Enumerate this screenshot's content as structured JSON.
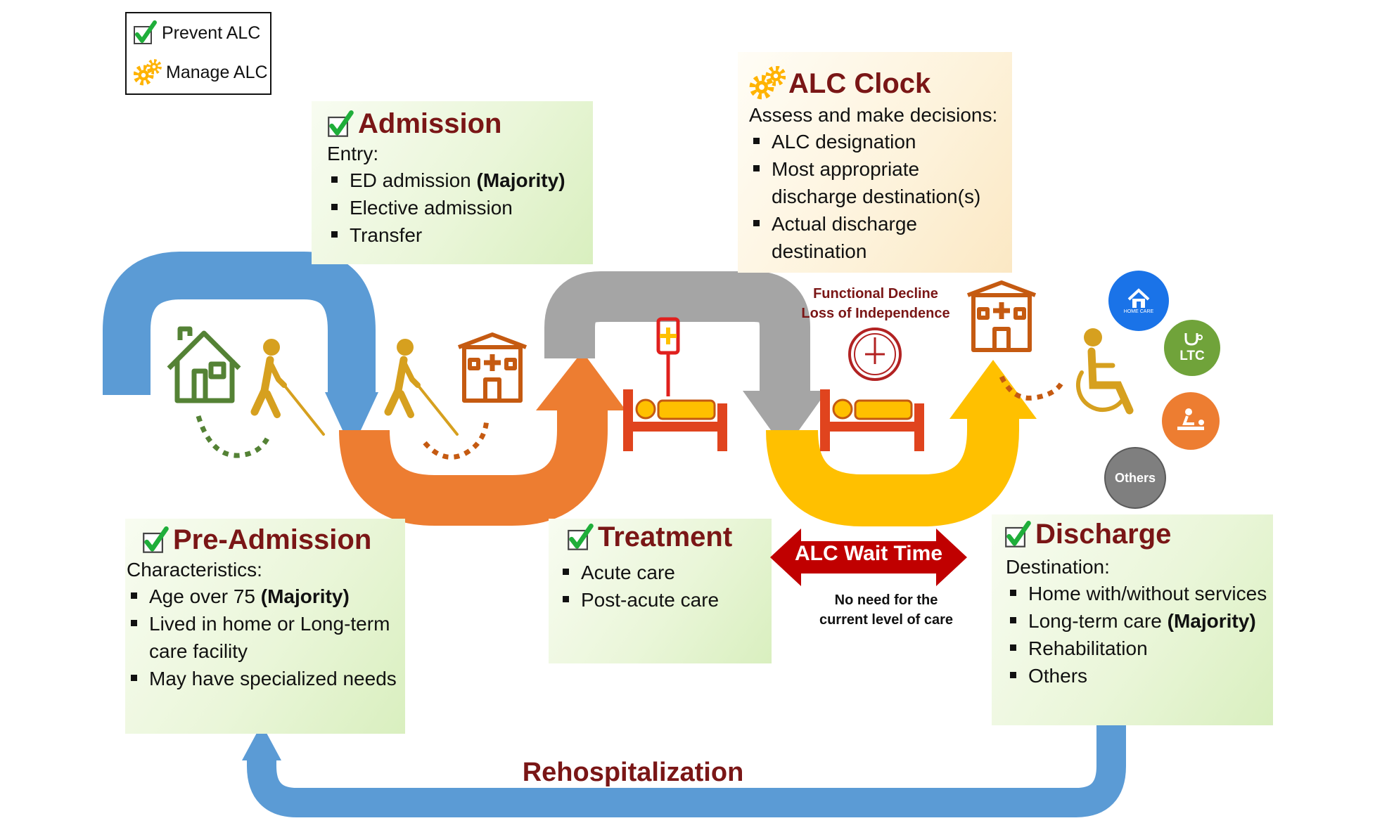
{
  "legend": {
    "prevent": "Prevent ALC",
    "manage": "Manage ALC"
  },
  "admission": {
    "title": "Admission",
    "sub": "Entry:",
    "items": [
      {
        "text": "ED admission ",
        "bold": "(Majority)"
      },
      {
        "text": "Elective admission",
        "bold": ""
      },
      {
        "text": "Transfer",
        "bold": ""
      }
    ]
  },
  "alc_clock": {
    "title": "ALC Clock",
    "sub": "Assess and make decisions:",
    "items": [
      {
        "text": "ALC designation"
      },
      {
        "text": "Most appropriate discharge destination(s)"
      },
      {
        "text": "Actual discharge destination"
      }
    ]
  },
  "pre_admission": {
    "title": "Pre-Admission",
    "sub": "Characteristics:",
    "items": [
      {
        "text": "Age over 75 ",
        "bold": "(Majority)"
      },
      {
        "text": "Lived in home or Long-term care facility",
        "bold": ""
      },
      {
        "text": "May have specialized needs",
        "bold": ""
      }
    ]
  },
  "treatment": {
    "title": "Treatment",
    "items": [
      {
        "text": "Acute care"
      },
      {
        "text": "Post-acute care"
      }
    ]
  },
  "discharge": {
    "title": "Discharge",
    "sub": "Destination:",
    "items": [
      {
        "text": "Home with/without services",
        "bold": ""
      },
      {
        "text": "Long-term care ",
        "bold": "(Majority)"
      },
      {
        "text": "Rehabilitation",
        "bold": ""
      },
      {
        "text": "Others",
        "bold": ""
      }
    ]
  },
  "functional_decline": {
    "line1": "Functional Decline",
    "line2": "Loss of Independence"
  },
  "alc_wait": {
    "label": "ALC Wait Time",
    "note1": "No need for the",
    "note2": "current level of care"
  },
  "destinations": {
    "home_care": "HOME CARE",
    "ltc": "LTC",
    "others": "Others"
  },
  "rehospitalization": "Rehospitalization",
  "colors": {
    "blue": "#5b9bd5",
    "orange": "#ed7d31",
    "gray": "#a5a5a5",
    "yellow": "#ffc000",
    "dark_red": "#7a1616",
    "green_icon": "#548235",
    "gold_icon": "#d6a01f",
    "hospital": "#c55a11",
    "red_arrow": "#c00000"
  }
}
